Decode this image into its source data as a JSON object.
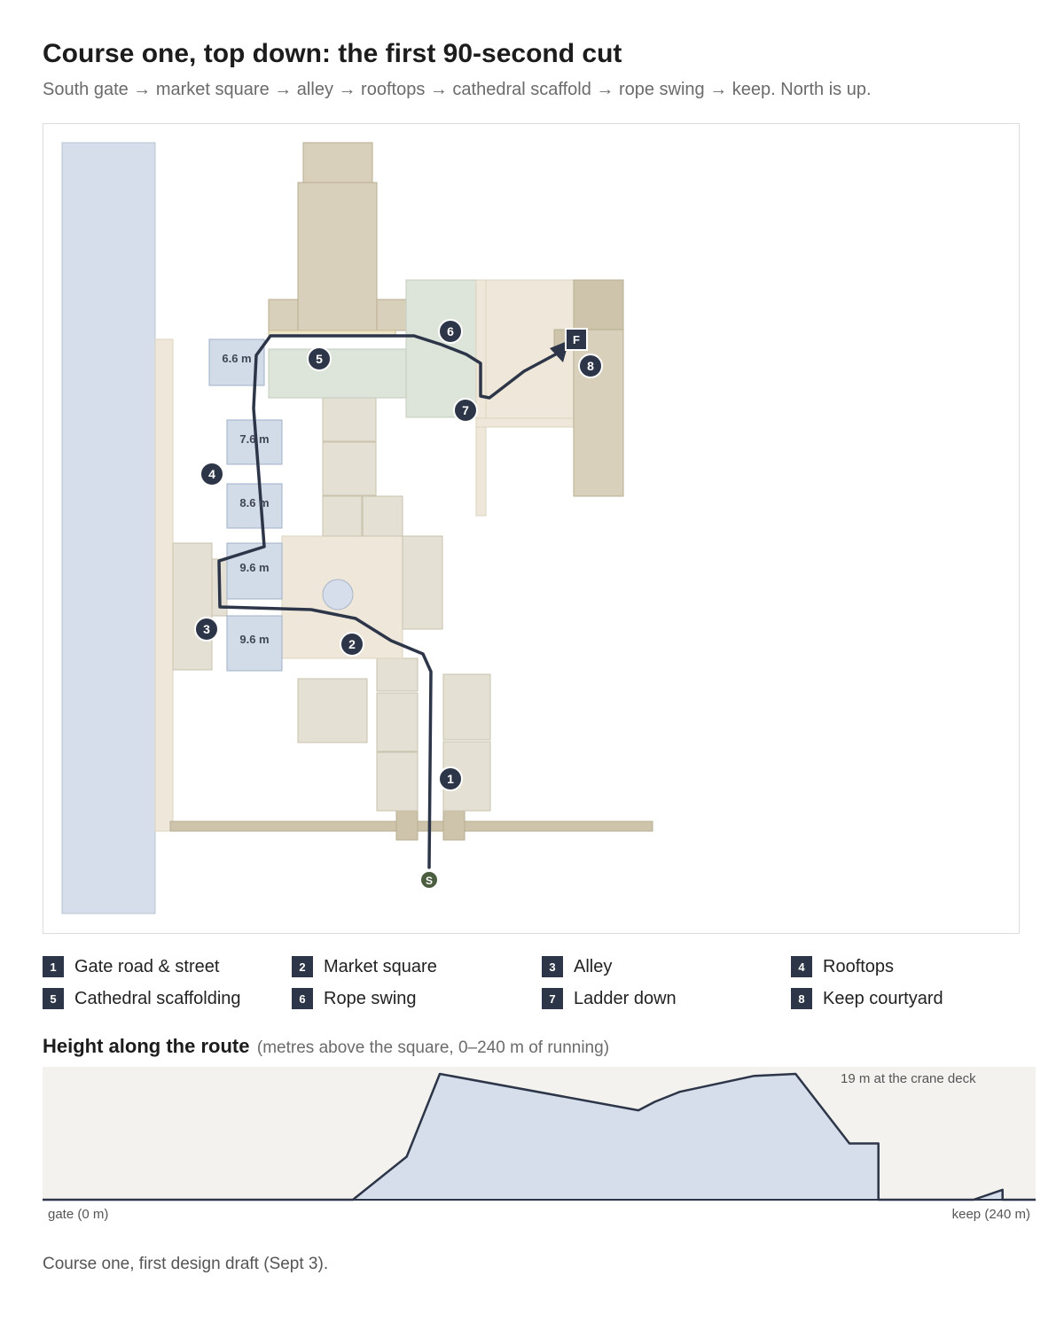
{
  "page": {
    "title": "Course one, top down: the first 90-second cut",
    "subtitle": "South gate → market square → alley → rooftops → cathedral scaffold → rope swing → keep. North is up.",
    "footer": "Course one, first design draft (Sept 3)."
  },
  "map": {
    "start_marker": "S",
    "finish_marker": "F",
    "height_tags": [
      "6.6 m",
      "7.6 m",
      "8.6 m",
      "9.6 m",
      "9.6 m"
    ],
    "route_markers": [
      "1",
      "2",
      "3",
      "4",
      "5",
      "6",
      "7",
      "8"
    ],
    "colors": {
      "river": "#d5deea",
      "wall": "#cdc4ab",
      "building": "#e4e0d4",
      "plaza": "#efe8da",
      "tower": "#d9d0bb",
      "green": "#dde4d9",
      "rooftop": "#d2dbe8",
      "route": "#2d3648",
      "start": "#4b5e3f"
    }
  },
  "legend": [
    {
      "num": "1",
      "label": "Gate road & street"
    },
    {
      "num": "2",
      "label": "Market square"
    },
    {
      "num": "3",
      "label": "Alley"
    },
    {
      "num": "4",
      "label": "Rooftops"
    },
    {
      "num": "5",
      "label": "Cathedral scaffolding"
    },
    {
      "num": "6",
      "label": "Rope swing"
    },
    {
      "num": "7",
      "label": "Ladder down"
    },
    {
      "num": "8",
      "label": "Keep courtyard"
    }
  ],
  "profile": {
    "heading": "Height along the route",
    "note": "(metres above the square, 0–240 m of running)",
    "annotation": "19 m at the crane deck",
    "x_start_label": "gate (0 m)",
    "x_end_label": "keep (240 m)"
  },
  "chart_data": {
    "type": "area",
    "title": "Height along the route",
    "xlabel": "",
    "ylabel": "",
    "xlim": [
      0,
      240
    ],
    "ylim": [
      0,
      19
    ],
    "x": [
      0,
      75,
      88,
      96,
      144,
      148,
      154,
      172,
      182,
      195,
      202,
      202,
      225,
      232,
      232,
      240
    ],
    "y": [
      0,
      0,
      6.5,
      19,
      13.5,
      14.8,
      16.3,
      18.7,
      19,
      8.5,
      8.5,
      0,
      0,
      1.5,
      0,
      0
    ]
  }
}
